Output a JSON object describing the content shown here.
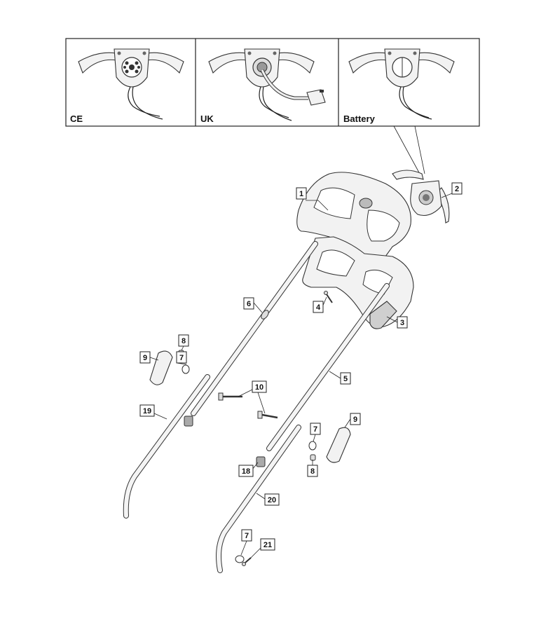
{
  "variants": [
    {
      "label": "CE"
    },
    {
      "label": "UK"
    },
    {
      "label": "Battery"
    }
  ],
  "callouts": [
    {
      "id": "c1",
      "text": "1"
    },
    {
      "id": "c2",
      "text": "2"
    },
    {
      "id": "c3",
      "text": "3"
    },
    {
      "id": "c4",
      "text": "4"
    },
    {
      "id": "c5",
      "text": "5"
    },
    {
      "id": "c6",
      "text": "6"
    },
    {
      "id": "c7a",
      "text": "7"
    },
    {
      "id": "c7b",
      "text": "7"
    },
    {
      "id": "c7c",
      "text": "7"
    },
    {
      "id": "c8a",
      "text": "8"
    },
    {
      "id": "c8b",
      "text": "8"
    },
    {
      "id": "c9a",
      "text": "9"
    },
    {
      "id": "c9b",
      "text": "9"
    },
    {
      "id": "c10",
      "text": "10"
    },
    {
      "id": "c18",
      "text": "18"
    },
    {
      "id": "c19",
      "text": "19"
    },
    {
      "id": "c20",
      "text": "20"
    },
    {
      "id": "c21",
      "text": "21"
    }
  ]
}
